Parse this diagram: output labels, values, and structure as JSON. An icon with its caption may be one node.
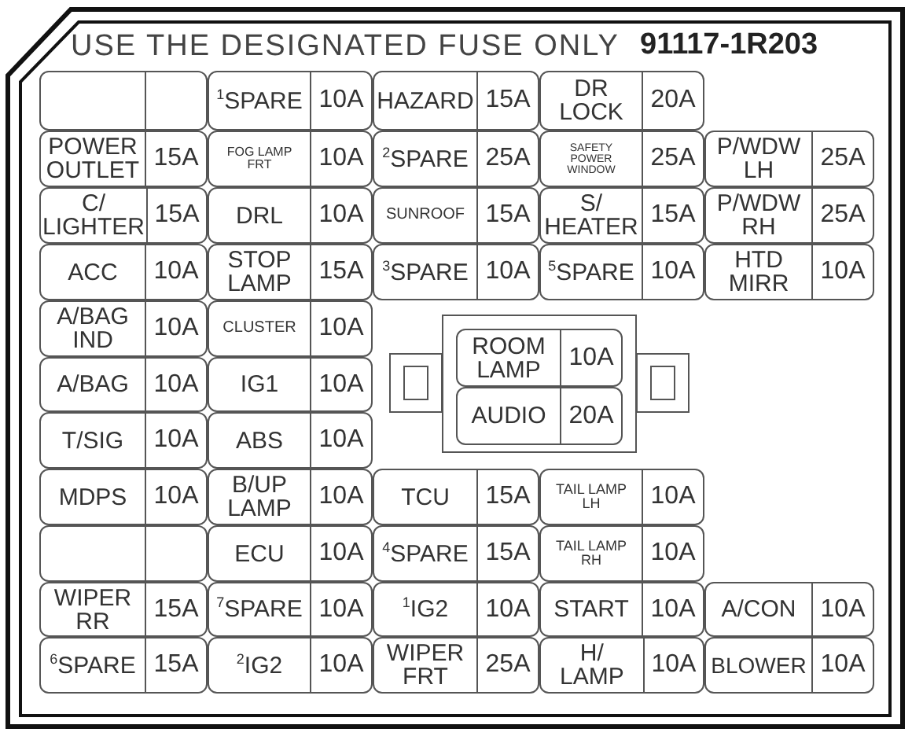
{
  "diagram": {
    "title": "USE THE DESIGNATED FUSE ONLY",
    "nodes": [
      {
        "text": [],
        "shape": "box"
      },
      {
        "text": [
          "$^{1}$SPARE",
          "10A"
        ]
      },
      {
        "text": [
          "HAZARD",
          "15A"
        ]
      },
      {
        "text": [
          "DR LOCK",
          "20A"
        ]
      },
      {
        "text": [
          "POWER OUTLET",
          "15A"
        ]
      },
      {
        "text": [
          "FOG LAMP FRT",
          "10A"
        ]
      },
      {
        "text": [
          "$^{2}$SPARE",
          "25A"
        ]
      },
      {
        "text": [
          "SAFETY POWER WINDOW",
          "25A"
        ]
      },
      {
        "text": [
          "P/WDW LH",
          "25A"
        ]
      },
      {
        "text": [
          "C/ LIGHTER",
          "15A"
        ]
      },
      {
        "text": [
          "DRL",
          "10A"
        ]
      },
      {
        "text": [
          "SUNROOF",
          "15A"
        ]
      },
      {
        "text": [
          "S/ HEATER",
          "15A"
        ]
      },
      {
        "text": [
          "P/WDW RH",
          "25A"
        ]
      },
      {
        "text": [
          "ACC",
          "10A"
        ]
      },
      {
        "text": [
          "STOP LAMP",
          "15A"
        ]
      },
      {
        "text": [
          "$^{3}$SPARE",
          "10A"
        ]
      },
      {
        "text": [
          "$^{5}$SPARE",
          "10A"
        ]
      },
      {
        "text": [
          "HTD MIRR",
          "10A"
        ]
      },
      {
        "text": [
          "A/BAG IND",
          "10A"
        ]
      },
      {
        "text": [
          "CLUSTER",
          "10A"
        ]
      },
      {
        "text": [],
        "shape": "box"
      },
      {
        "text": [
          "ROOM LAMP",
          "10A"
        ],
        "in": 21
      },
      {
        "text": [
          "AUDIO",
          "20A"
        ],
        "in": 21
      },
      {
        "text": [
          "A/BAG",
          "10A"
        ]
      },
      {
        "text": [
          "IG1",
          "10A"
        ]
      },
      {
        "text": [
          "T/SIG",
          "10A"
        ]
      },
      {
        "text": [
          "ABS",
          "10A"
        ]
      },
      {
        "text": [
          "MDPS",
          "10A"
        ]
      },
      {
        "text": [
          "B/UP LAMP",
          "10A"
        ]
      },
      {
        "text": [
          "TCU",
          "15A"
        ]
      },
      {
        "text": [
          "TAIL LAMP LH",
          "10A"
        ]
      },
      {
        "text": [],
        "shape": "box"
      },
      {
        "text": [
          "ECU",
          "10A"
        ]
      },
      {
        "text": [
          "$^{4}$SPARE",
          "15A"
        ]
      },
      {
        "text": [
          "TAIL LAMP RH",
          "10A"
        ]
      },
      {
        "text": [
          "WIPER RR",
          "15A"
        ]
      },
      {
        "text": [
          "$^{7}$SPARE",
          "10A"
        ]
      },
      {
        "text": [
          "$^{1}$IG2",
          "10A"
        ]
      },
      {
        "text": [
          "START",
          "10A"
        ]
      },
      {
        "text": [
          "A/CON",
          "10A"
        ]
      },
      {
        "text": [
          "$^{6}$SPARE",
          "15A"
        ]
      },
      {
        "text": [
          "$^{2}$IG2",
          "10A"
        ]
      },
      {
        "text": [
          "WIPER FRT",
          "25A"
        ]
      },
      {
        "text": [
          "H/ LAMP",
          "10A"
        ]
      },
      {
        "text": [
          "BLOWER",
          "10A"
        ]
      }
    ],
    "labels": [
      "91117-1R203"
    ]
  }
}
